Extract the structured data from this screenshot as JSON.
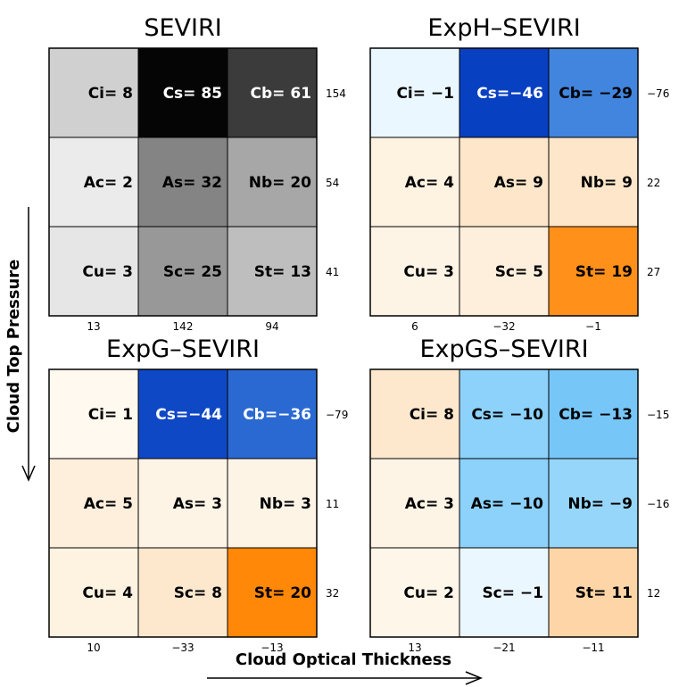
{
  "chart_data": {
    "type": "heatmap",
    "xlabel": "Cloud Optical Thickness",
    "ylabel": "Cloud Top Pressure",
    "panels": [
      {
        "title": "SEVIRI",
        "palette": "gray",
        "cells": [
          {
            "label": "Ci= 8",
            "value": 8
          },
          {
            "label": "Cs= 85",
            "value": 85
          },
          {
            "label": "Cb= 61",
            "value": 61
          },
          {
            "label": "Ac= 2",
            "value": 2
          },
          {
            "label": "As= 32",
            "value": 32
          },
          {
            "label": "Nb= 20",
            "value": 20
          },
          {
            "label": "Cu= 3",
            "value": 3
          },
          {
            "label": "Sc= 25",
            "value": 25
          },
          {
            "label": "St= 13",
            "value": 13
          }
        ],
        "row_sums": [
          "154",
          "54",
          "41"
        ],
        "col_sums": [
          "13",
          "142",
          "94"
        ]
      },
      {
        "title": "ExpH–SEVIRI",
        "palette": "diverging",
        "cells": [
          {
            "label": "Ci= −1",
            "value": -1
          },
          {
            "label": "Cs=−46",
            "value": -46
          },
          {
            "label": "Cb= −29",
            "value": -29
          },
          {
            "label": "Ac= 4",
            "value": 4
          },
          {
            "label": "As= 9",
            "value": 9
          },
          {
            "label": "Nb= 9",
            "value": 9
          },
          {
            "label": "Cu= 3",
            "value": 3
          },
          {
            "label": "Sc= 5",
            "value": 5
          },
          {
            "label": "St= 19",
            "value": 19
          }
        ],
        "row_sums": [
          "−76",
          "22",
          "27"
        ],
        "col_sums": [
          "6",
          "−32",
          "−1"
        ]
      },
      {
        "title": "ExpG–SEVIRI",
        "palette": "diverging",
        "cells": [
          {
            "label": "Ci= 1",
            "value": 1
          },
          {
            "label": "Cs=−44",
            "value": -44
          },
          {
            "label": "Cb=−36",
            "value": -36
          },
          {
            "label": "Ac= 5",
            "value": 5
          },
          {
            "label": "As= 3",
            "value": 3
          },
          {
            "label": "Nb= 3",
            "value": 3
          },
          {
            "label": "Cu= 4",
            "value": 4
          },
          {
            "label": "Sc= 8",
            "value": 8
          },
          {
            "label": "St= 20",
            "value": 20
          }
        ],
        "row_sums": [
          "−79",
          "11",
          "32"
        ],
        "col_sums": [
          "10",
          "−33",
          "−13"
        ]
      },
      {
        "title": "ExpGS–SEVIRI",
        "palette": "diverging",
        "cells": [
          {
            "label": "Ci= 8",
            "value": 8
          },
          {
            "label": "Cs= −10",
            "value": -10
          },
          {
            "label": "Cb= −13",
            "value": -13
          },
          {
            "label": "Ac= 3",
            "value": 3
          },
          {
            "label": "As= −10",
            "value": -10
          },
          {
            "label": "Nb= −9",
            "value": -9
          },
          {
            "label": "Cu= 2",
            "value": 2
          },
          {
            "label": "Sc= −1",
            "value": -1
          },
          {
            "label": "St= 11",
            "value": 11
          }
        ],
        "row_sums": [
          "−15",
          "−16",
          "12"
        ],
        "col_sums": [
          "13",
          "−21",
          "−11"
        ]
      }
    ]
  }
}
